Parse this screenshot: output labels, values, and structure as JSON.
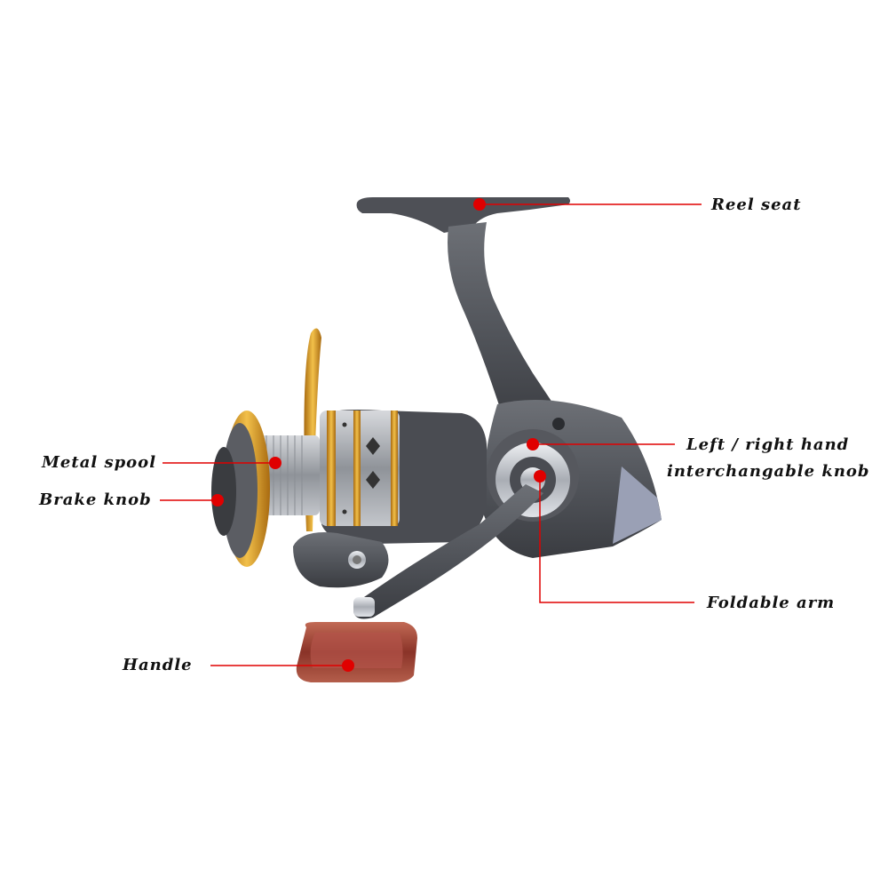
{
  "labels": {
    "reel_seat": "Reel seat",
    "lr_knob_line1": "Left / right hand",
    "lr_knob_line2": "interchangable knob",
    "foldable_arm": "Foldable arm",
    "metal_spool": "Metal spool",
    "brake_knob": "Brake knob",
    "handle": "Handle"
  },
  "colors": {
    "callout": "#e00000",
    "body_gray": "#5b5d63",
    "dark_gray": "#3c3e43",
    "gold": "#e0a22a",
    "wood": "#a8473c",
    "chrome": "#c9ccd2"
  }
}
